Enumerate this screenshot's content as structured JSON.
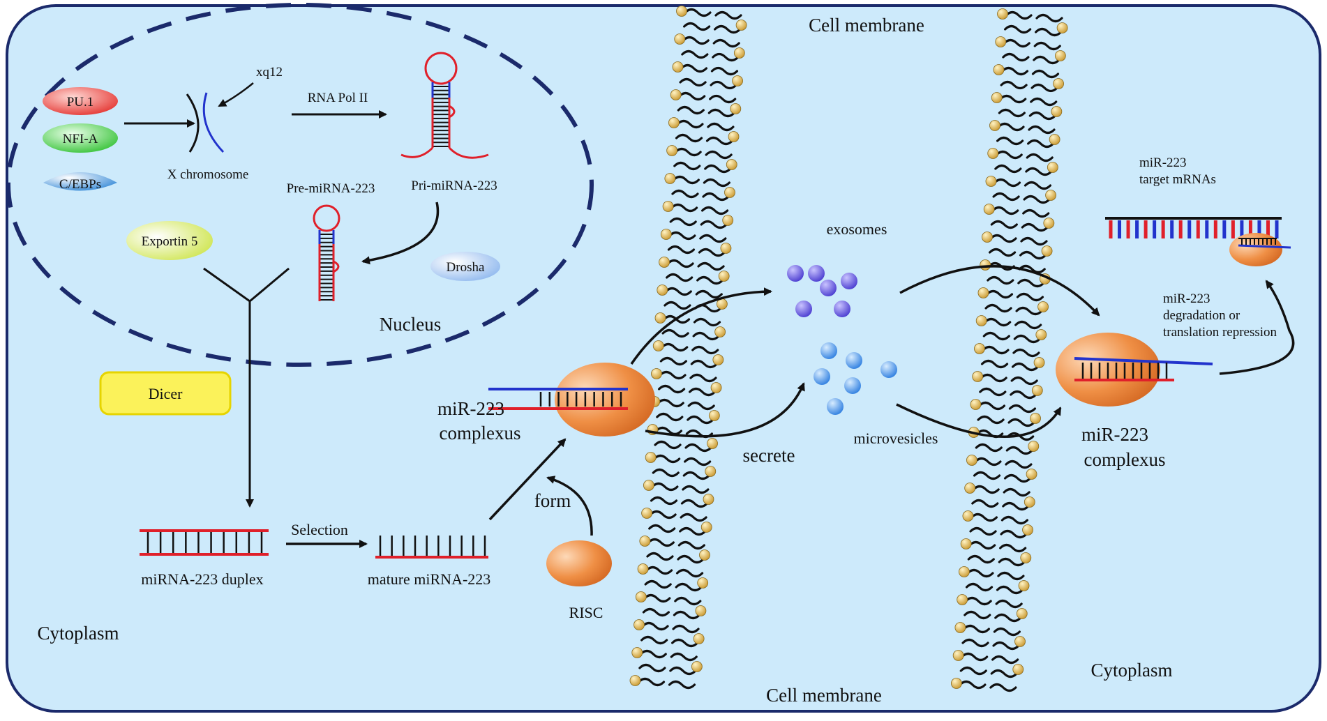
{
  "labels": {
    "cell_membrane_top": "Cell membrane",
    "cell_membrane_bottom": "Cell membrane",
    "nucleus": "Nucleus",
    "cytoplasm_left": "Cytoplasm",
    "cytoplasm_right": "Cytoplasm",
    "xq12": "xq12",
    "x_chromosome": "X chromosome",
    "rna_pol_ii": "RNA Pol II",
    "pri_mirna": "Pri-miRNA-223",
    "pre_mirna": "Pre-miRNA-223",
    "exportin": "Exportin 5",
    "drosha": "Drosha",
    "dicer": "Dicer",
    "duplex": "miRNA-223 duplex",
    "selection": "Selection",
    "mature": "mature miRNA-223",
    "form": "form",
    "risc": "RISC",
    "complexus_left_1": "miR-223",
    "complexus_left_2": "complexus",
    "complexus_right_1": "miR-223",
    "complexus_right_2": "complexus",
    "secrete": "secrete",
    "exosomes": "exosomes",
    "microvesicles": "microvesicles",
    "targets_1": "miR-223",
    "targets_2": "target mRNAs",
    "degradation_1": "miR-223",
    "degradation_2": "degradation or",
    "degradation_3": "translation repression"
  },
  "factors": [
    {
      "label": "PU.1",
      "color": "#e53935"
    },
    {
      "label": "NFI-A",
      "color": "#43c943"
    },
    {
      "label": "C/EBPs",
      "color": "#2f86d6"
    }
  ],
  "colors": {
    "background": "#cdeafb",
    "border": "#1b2a6b",
    "nucleus_dash": "#1b2a6b",
    "rna_red": "#e0202a",
    "rna_blue": "#2233cc",
    "risc_orange": "#e8843e",
    "lipid_head": "#e3b84a",
    "exosome": "#5548d8",
    "microvesicle": "#3f8ee8",
    "dicer_fill": "#fbf25a"
  },
  "icons": [
    "lipid-bilayer-icon",
    "stem-loop-rna-icon",
    "duplex-rna-icon",
    "vesicle-icon"
  ]
}
